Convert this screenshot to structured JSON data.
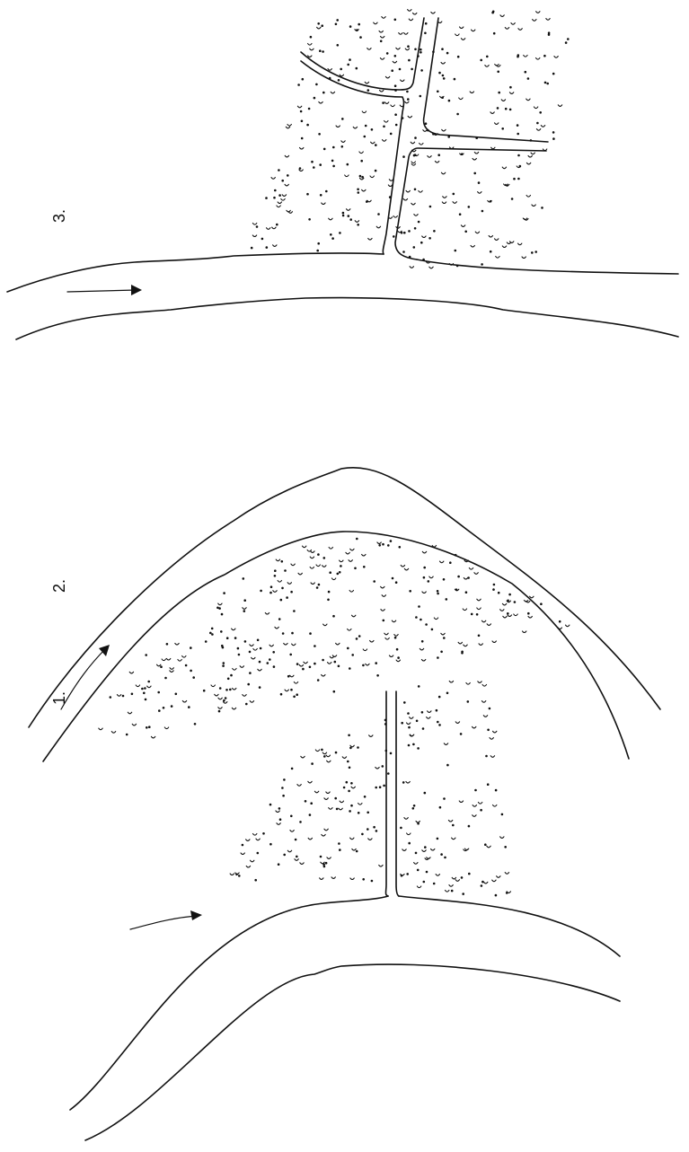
{
  "diagrams": [
    {
      "label": "1."
    },
    {
      "label": "2."
    },
    {
      "label": "3."
    }
  ],
  "colors": {
    "ink": "#111111",
    "background": "#ffffff"
  }
}
